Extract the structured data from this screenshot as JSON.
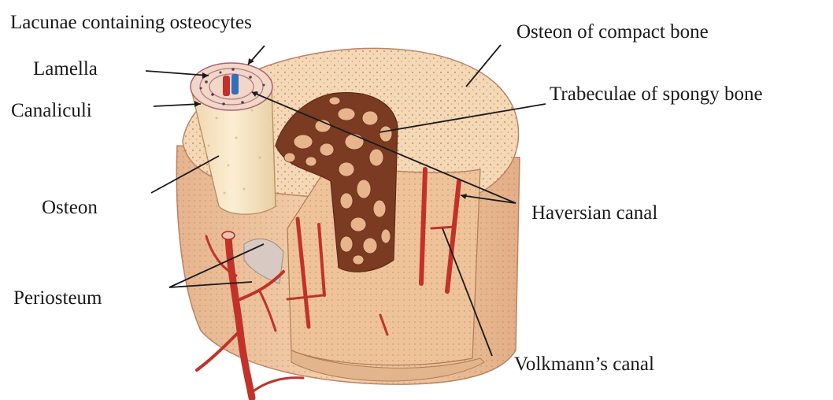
{
  "labels": {
    "lacunae": "Lacunae containing osteocytes",
    "lamella": "Lamella",
    "canaliculi": "Canaliculi",
    "osteon": "Osteon",
    "periosteum": "Periosteum",
    "osteon_compact": "Osteon of compact bone",
    "trabeculae": "Trabeculae of spongy bone",
    "haversian": "Haversian canal",
    "volkmann": "Volkmann’s canal"
  },
  "colors": {
    "bone_outer": "#f2cfa8",
    "bone_top": "#f6d9b6",
    "bone_cut": "#eec39a",
    "osteon_body": "#f8e6c4",
    "spongy_dark": "#7a3b22",
    "spongy_light": "#e7b48c",
    "vessel_red": "#c0322a",
    "vessel_blue": "#2f6fc0",
    "leader_line": "#1a1a1a"
  }
}
